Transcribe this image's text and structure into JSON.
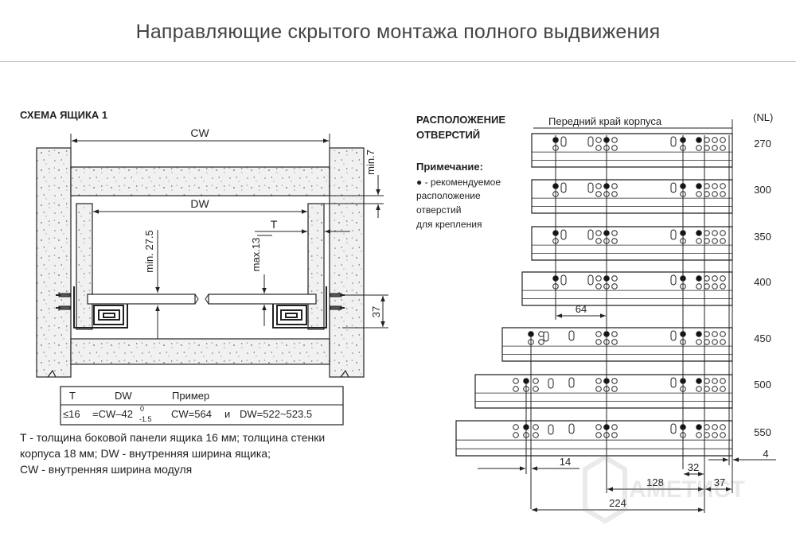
{
  "title": "Направляющие скрытого монтажа полного выдвижения",
  "left": {
    "heading": "СХЕМА ЯЩИКА 1",
    "dims": {
      "cw": "CW",
      "dw": "DW",
      "t": "T",
      "min7": "min.7",
      "min27": "min. 27.5",
      "max13": "max.13",
      "d37": "37"
    },
    "table": {
      "h_t": "T",
      "h_dw": "DW",
      "h_ex": "Пример",
      "r_t": "≤16",
      "r_dw": "=CW–42",
      "r_sup": "0",
      "r_sub": "-1.5",
      "r_ex1": "CW=564",
      "r_and": "и",
      "r_ex2": "DW=522~523.5"
    },
    "notes": [
      "T - толщина боковой панели ящика 16 мм; толщина стенки",
      "корпуса 18 мм; DW - внутренняя ширина ящика;",
      "CW - внутренняя ширина модуля"
    ]
  },
  "right": {
    "heading1": "РАСПОЛОЖЕНИЕ",
    "heading2": "ОТВЕРСТИЙ",
    "front_edge": "Передний край корпуса",
    "nl": "(NL)",
    "note_title": "Примечание:",
    "note_lines": [
      "● - рекомендуемое",
      "расположение",
      "отверстий",
      "для крепления"
    ],
    "lengths": [
      "270",
      "300",
      "350",
      "400",
      "450",
      "500",
      "550"
    ],
    "dims": {
      "d64": "64",
      "d14": "14",
      "d32": "32",
      "d4": "4",
      "d128": "128",
      "d37": "37",
      "d224": "224"
    }
  },
  "watermark": "АМЕТИСТ",
  "colors": {
    "line": "#222222",
    "concrete": "#efefef",
    "title": "#444444"
  }
}
